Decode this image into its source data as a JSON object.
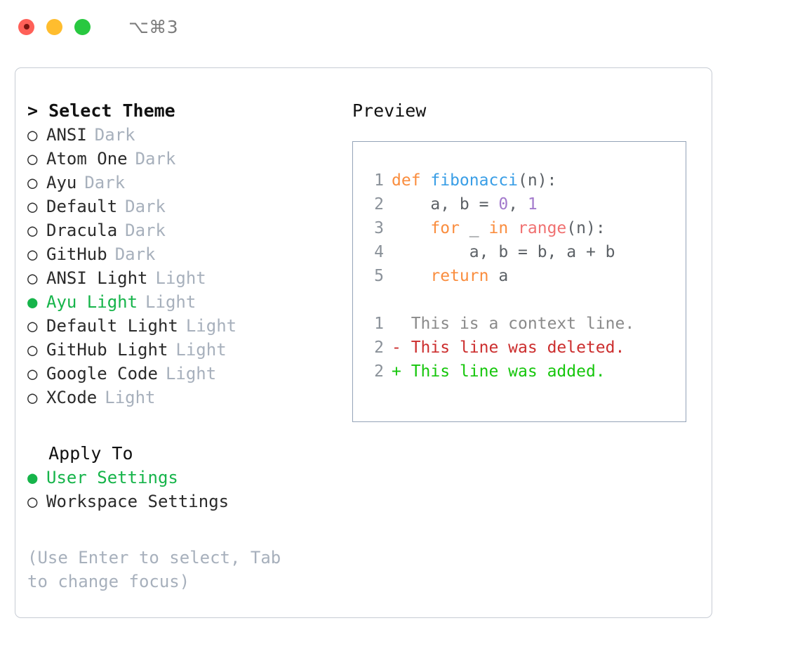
{
  "titlebar": {
    "shortcut": "⌥⌘3",
    "lights": [
      "close-button",
      "minimize-button",
      "maximize-button"
    ]
  },
  "colors": {
    "accent_green": "#16B44A",
    "muted": "#A7B0BC",
    "border_panel": "#C7CCD4",
    "border_preview": "#94A3B8",
    "keyword": "#FA8D3E",
    "function": "#399EE6",
    "builtin": "#F07171",
    "number": "#A37ACC",
    "text": "#5C6166",
    "gutter": "#8A9199",
    "diff_delete": "#CC2E2E",
    "diff_add": "#16C60C"
  },
  "theme_section": {
    "prefix": "> ",
    "title": "Select Theme",
    "focused": true,
    "bullet_selected": "●",
    "bullet_unselected": "○",
    "items": [
      {
        "name": "ANSI",
        "tag": "Dark",
        "selected": false
      },
      {
        "name": "Atom One",
        "tag": "Dark",
        "selected": false
      },
      {
        "name": "Ayu",
        "tag": "Dark",
        "selected": false
      },
      {
        "name": "Default",
        "tag": "Dark",
        "selected": false
      },
      {
        "name": "Dracula",
        "tag": "Dark",
        "selected": false
      },
      {
        "name": "GitHub",
        "tag": "Dark",
        "selected": false
      },
      {
        "name": "ANSI Light",
        "tag": "Light",
        "selected": false
      },
      {
        "name": "Ayu Light",
        "tag": "Light",
        "selected": true
      },
      {
        "name": "Default Light",
        "tag": "Light",
        "selected": false
      },
      {
        "name": "GitHub Light",
        "tag": "Light",
        "selected": false
      },
      {
        "name": "Google Code",
        "tag": "Light",
        "selected": false
      },
      {
        "name": "XCode",
        "tag": "Light",
        "selected": false
      }
    ]
  },
  "apply_section": {
    "prefix": "  ",
    "title": "Apply To",
    "focused": false,
    "items": [
      {
        "name": "User Settings",
        "selected": true
      },
      {
        "name": "Workspace Settings",
        "selected": false
      }
    ]
  },
  "hint": "(Use Enter to select, Tab to change focus)",
  "preview": {
    "title": "Preview",
    "code_lines": [
      {
        "num": "1",
        "tokens": [
          {
            "t": "def ",
            "c": "kw"
          },
          {
            "t": "fibonacci",
            "c": "fn"
          },
          {
            "t": "(n):",
            "c": "txt"
          }
        ]
      },
      {
        "num": "2",
        "tokens": [
          {
            "t": "    a, b = ",
            "c": "txt"
          },
          {
            "t": "0",
            "c": "num"
          },
          {
            "t": ", ",
            "c": "txt"
          },
          {
            "t": "1",
            "c": "num"
          }
        ]
      },
      {
        "num": "3",
        "tokens": [
          {
            "t": "    ",
            "c": "txt"
          },
          {
            "t": "for",
            "c": "kw"
          },
          {
            "t": " _ ",
            "c": "txt"
          },
          {
            "t": "in",
            "c": "kw"
          },
          {
            "t": " ",
            "c": "txt"
          },
          {
            "t": "range",
            "c": "bi"
          },
          {
            "t": "(n):",
            "c": "txt"
          }
        ]
      },
      {
        "num": "4",
        "tokens": [
          {
            "t": "        a, b = b, a + b",
            "c": "txt"
          }
        ]
      },
      {
        "num": "5",
        "tokens": [
          {
            "t": "    ",
            "c": "txt"
          },
          {
            "t": "return",
            "c": "kw"
          },
          {
            "t": " a",
            "c": "txt"
          }
        ]
      }
    ],
    "diff_lines": [
      {
        "num": "1",
        "marker": " ",
        "text": "This is a context line.",
        "kind": "ctx"
      },
      {
        "num": "2",
        "marker": "-",
        "text": "This line was deleted.",
        "kind": "del"
      },
      {
        "num": "2",
        "marker": "+",
        "text": "This line was added.",
        "kind": "add"
      }
    ]
  }
}
